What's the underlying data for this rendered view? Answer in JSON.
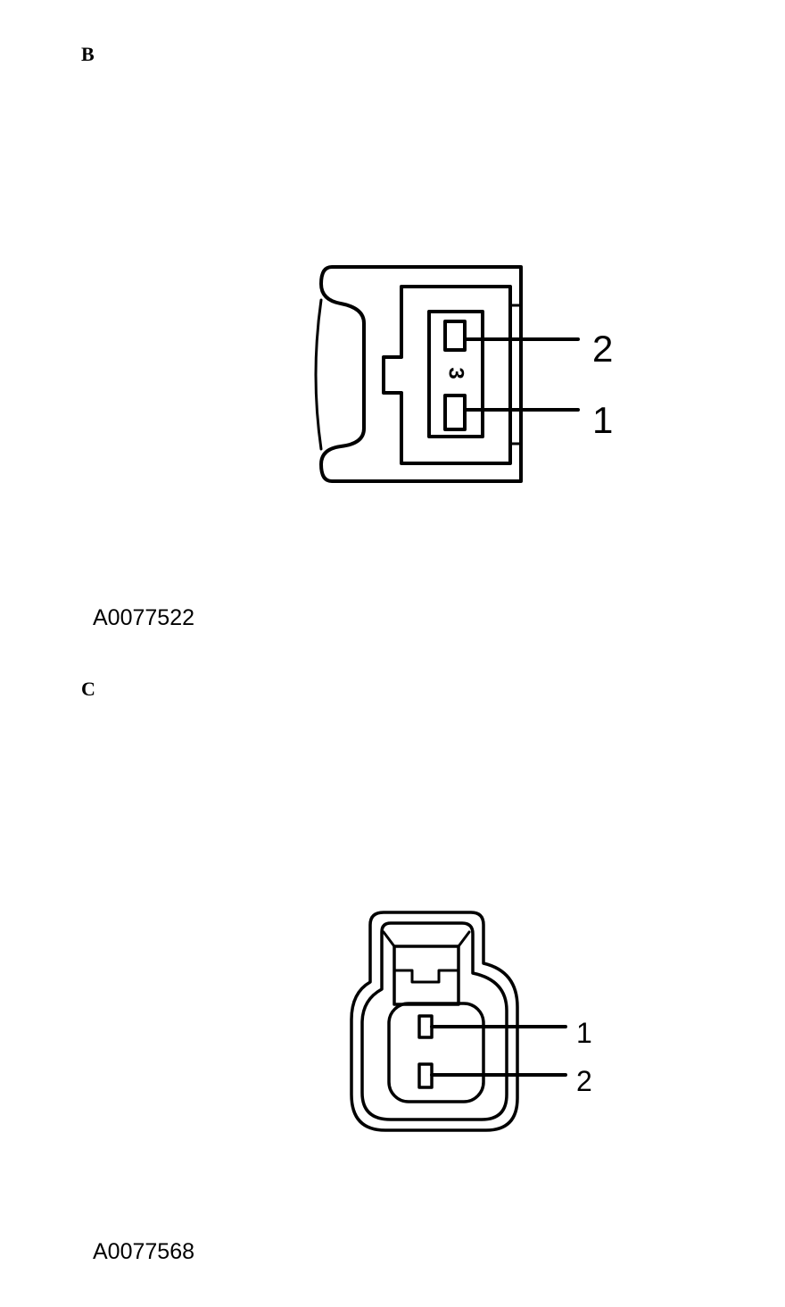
{
  "sections": [
    {
      "letter": "B",
      "ref_code": "A0077522",
      "pins": [
        {
          "label": "2"
        },
        {
          "label": "1"
        }
      ],
      "center_mark": "3"
    },
    {
      "letter": "C",
      "ref_code": "A0077568",
      "pins": [
        {
          "label": "1"
        },
        {
          "label": "2"
        }
      ]
    }
  ],
  "colors": {
    "line": "#000000",
    "background": "#ffffff"
  }
}
